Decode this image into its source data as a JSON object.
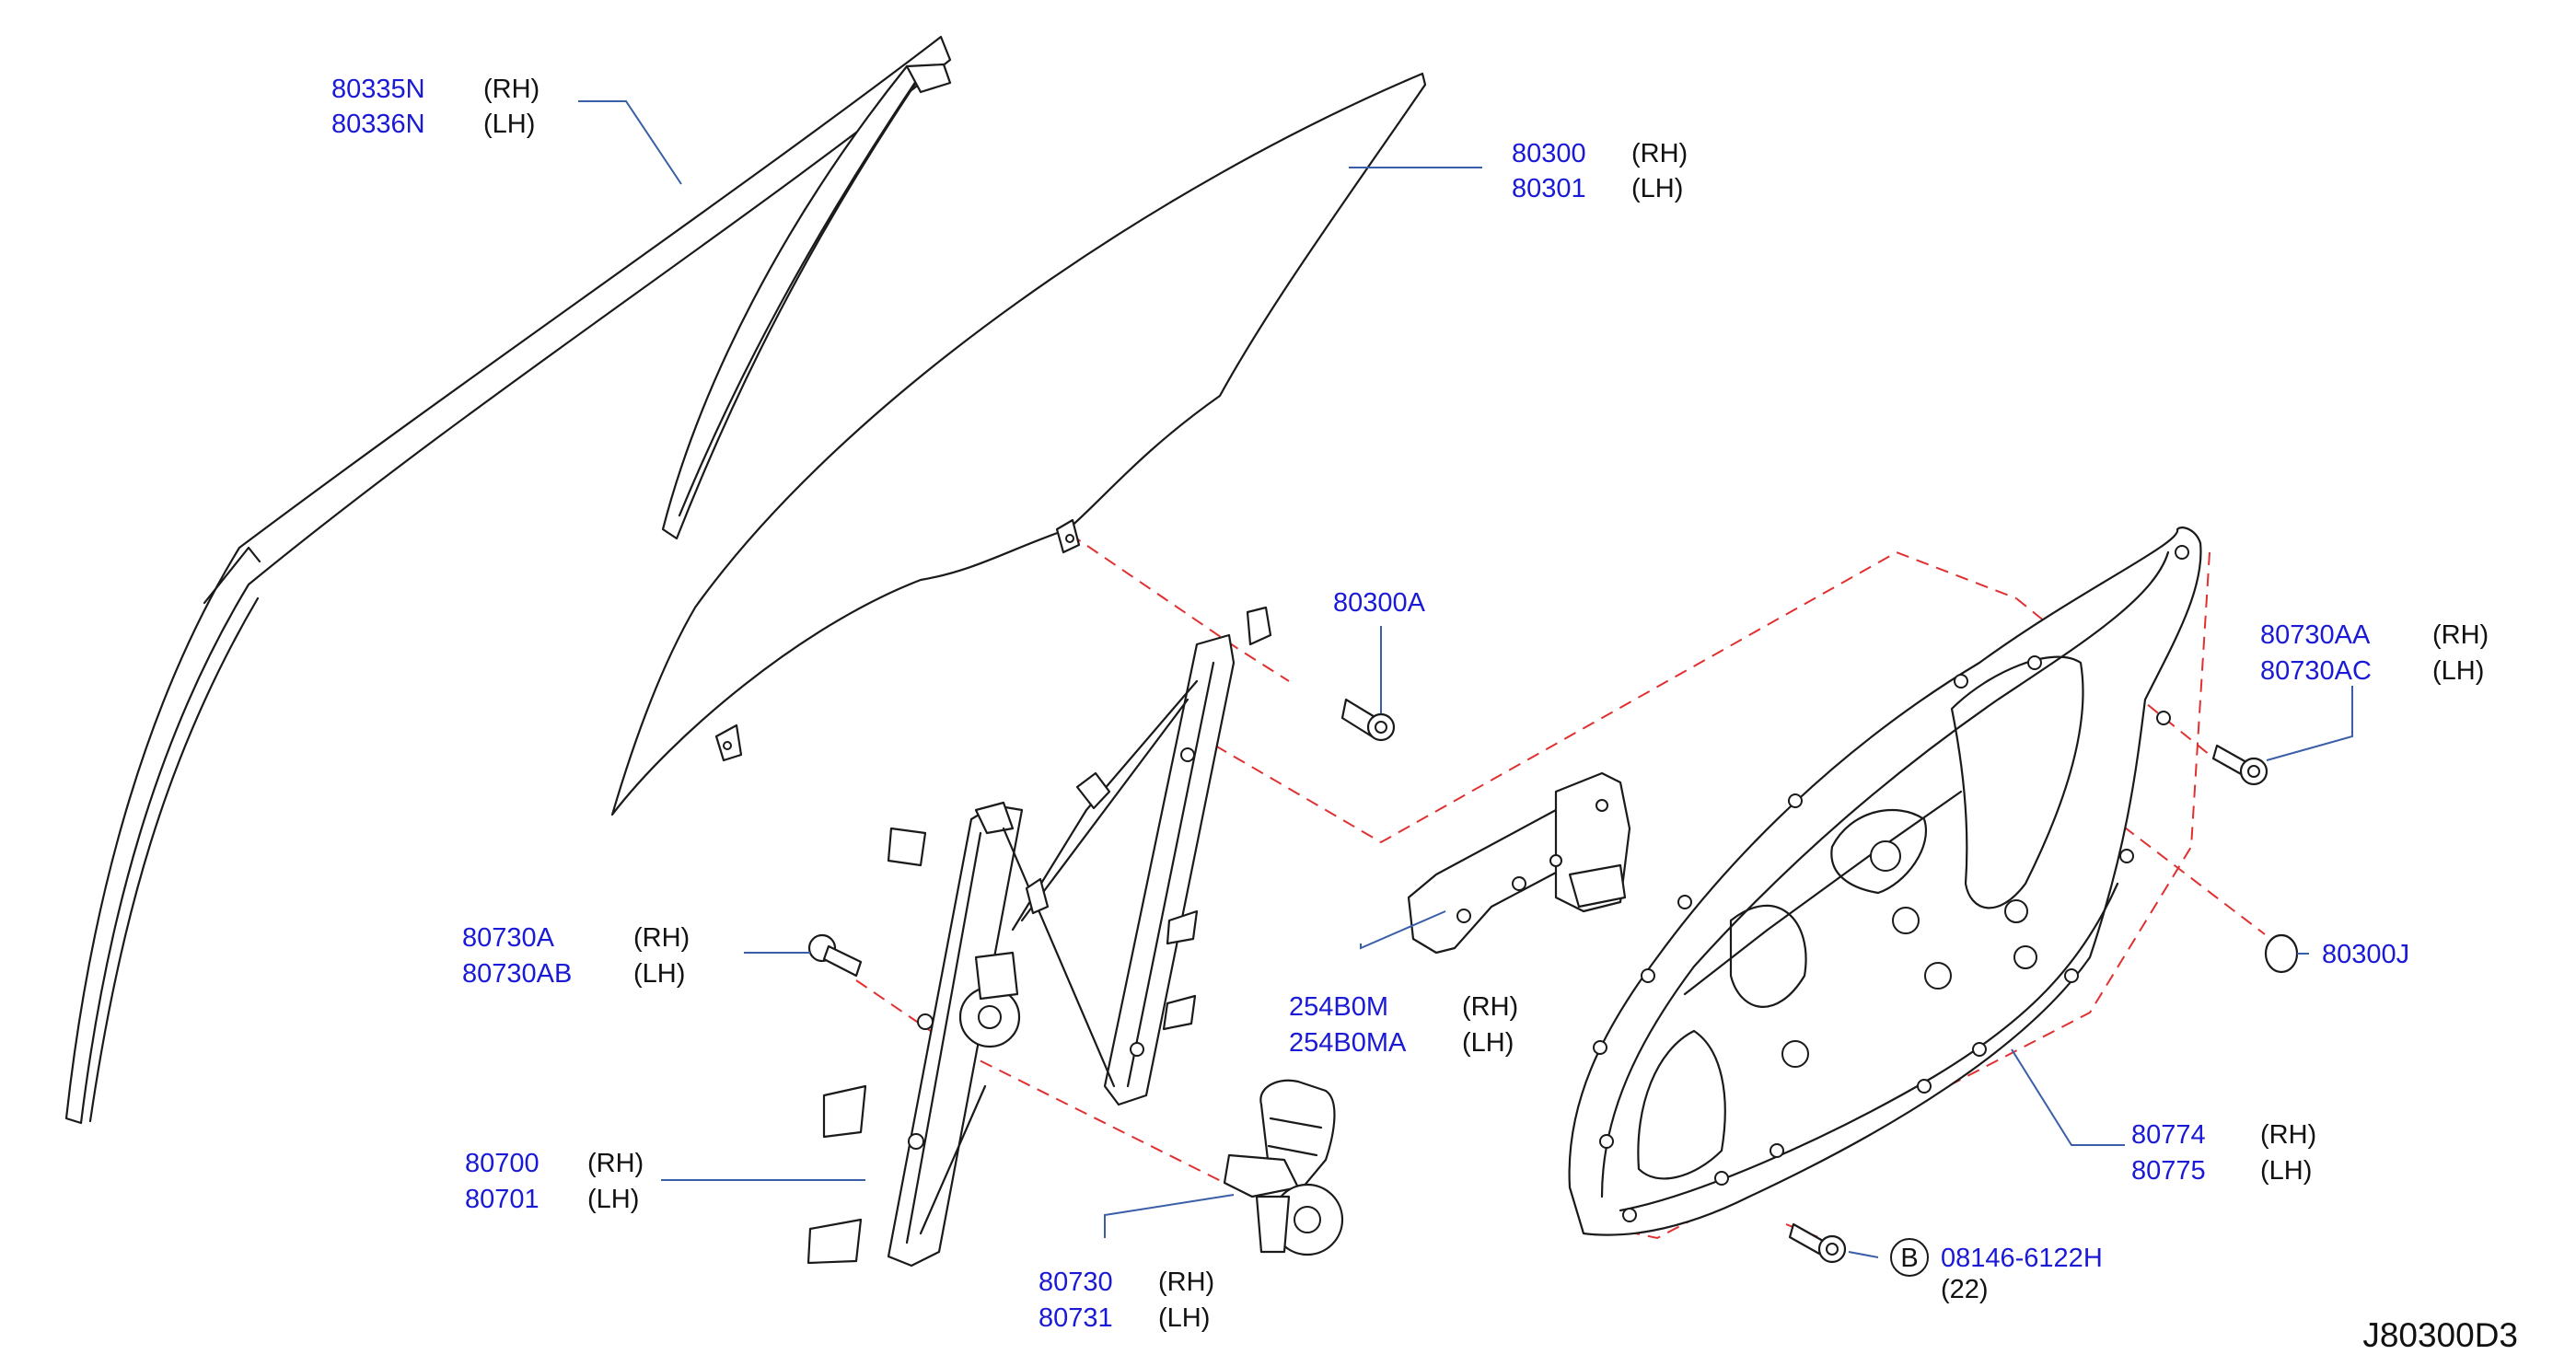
{
  "callouts": {
    "sash_rh": {
      "part": "80335N",
      "side": "(RH)"
    },
    "sash_lh": {
      "part": "80336N",
      "side": "(LH)"
    },
    "glass_rh": {
      "part": "80300",
      "side": "(RH)"
    },
    "glass_lh": {
      "part": "80301",
      "side": "(LH)"
    },
    "glass_bolt": {
      "part": "80300A"
    },
    "front_bolt_rh": {
      "part": "80730AA",
      "side": "(RH)"
    },
    "front_bolt_lh": {
      "part": "80730AC",
      "side": "(LH)"
    },
    "regulator_bolt_rh": {
      "part": "80730A",
      "side": "(RH)"
    },
    "regulator_bolt_lh": {
      "part": "80730AB",
      "side": "(LH)"
    },
    "lock_rh": {
      "part": "254B0M",
      "side": "(RH)"
    },
    "lock_lh": {
      "part": "254B0MA",
      "side": "(LH)"
    },
    "plug": {
      "part": "80300J"
    },
    "regulator_rh": {
      "part": "80700",
      "side": "(RH)"
    },
    "regulator_lh": {
      "part": "80701",
      "side": "(LH)"
    },
    "module_rh": {
      "part": "80774",
      "side": "(RH)"
    },
    "module_lh": {
      "part": "80775",
      "side": "(LH)"
    },
    "motor_rh": {
      "part": "80730",
      "side": "(RH)"
    },
    "motor_lh": {
      "part": "80731",
      "side": "(LH)"
    },
    "panel_bolt": {
      "marker": "B",
      "part": "08146-6122H",
      "qty": "(22)"
    }
  },
  "diagram_code": "J80300D3",
  "colors": {
    "part_number": "#1a1ad6",
    "side_label": "#111111",
    "leader_line": "#3a5ea8",
    "dashed_reference": "#e03030",
    "linework": "#1a1a1a"
  }
}
